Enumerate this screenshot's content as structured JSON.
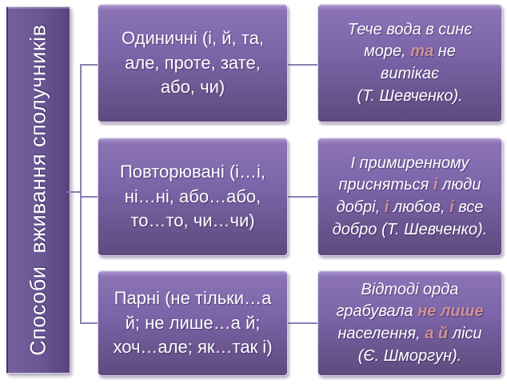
{
  "sidebar": {
    "label": "Способи  вживання сполучників"
  },
  "colors": {
    "box-gradient-top": "#8b73b6",
    "box-gradient-bottom": "#5e4a7e",
    "box-bevel-highlight": "#a994ce",
    "bar-gradient-left": "#75619e",
    "bar-gradient-right": "#58447e",
    "box-border": "#d8d1e6",
    "connector": "#8d7eae",
    "text": "#ffffff",
    "highlight-text": "#cf9198"
  },
  "rows": [
    {
      "type_label": "Одиничні (і, й, та,\nале, проте, зате,\nабо, чи)",
      "example_runs": [
        {
          "text": "Тече вода в синє\nморе, ",
          "highlight": false
        },
        {
          "text": "та",
          "highlight": true
        },
        {
          "text": " не\nвитікає\n(Т. Шевченко).",
          "highlight": false
        }
      ]
    },
    {
      "type_label": "Повторювані (і…і,\nні…ні, або…або,\nто…то, чи…чи)",
      "example_runs": [
        {
          "text": "І примиренному\nприсняться ",
          "highlight": false
        },
        {
          "text": "і",
          "highlight": true
        },
        {
          "text": " люди\nдобрі, ",
          "highlight": false
        },
        {
          "text": "і",
          "highlight": true
        },
        {
          "text": " любов, ",
          "highlight": false
        },
        {
          "text": "і",
          "highlight": true
        },
        {
          "text": " все\nдобро (Т. Шевченко).",
          "highlight": false
        }
      ]
    },
    {
      "type_label": "Парні (не тільки…а\nй; не лише…а й;\nхоч…але; як…так і)",
      "example_runs": [
        {
          "text": "Відтоді орда\nграбувала ",
          "highlight": false
        },
        {
          "text": "не лише",
          "highlight": true
        },
        {
          "text": "\nнаселення, ",
          "highlight": false
        },
        {
          "text": "а й",
          "highlight": true
        },
        {
          "text": " ліси\n(Є. Шморгун).",
          "highlight": false
        }
      ]
    }
  ]
}
